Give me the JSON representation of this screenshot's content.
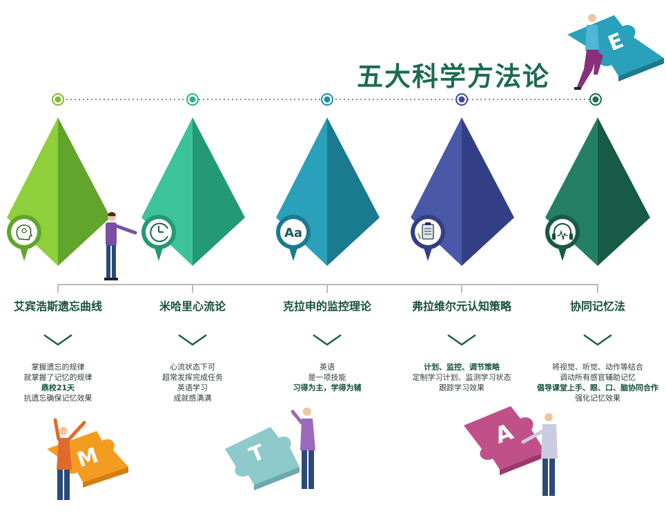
{
  "title": "五大科学方法论",
  "columns": [
    {
      "title": "艾宾浩斯遗忘曲线",
      "color": "#7dbb2e",
      "icon": "brain-icon",
      "lines": [
        {
          "text": "掌握遗忘的规律",
          "bold": false
        },
        {
          "text": "就掌握了记忆的规律",
          "bold": false
        },
        {
          "text": "鼎校21天",
          "bold": true
        },
        {
          "text": "抗遗忘确保记忆效果",
          "bold": false
        }
      ]
    },
    {
      "title": "米哈里心流论",
      "color": "#2fb088",
      "icon": "clock-icon",
      "lines": [
        {
          "text": "心流状态下可",
          "bold": false
        },
        {
          "text": "超常发挥完成任务",
          "bold": false
        },
        {
          "text": "英语学习",
          "bold": false
        },
        {
          "text": "成就感满满",
          "bold": false
        }
      ]
    },
    {
      "title": "克拉申的监控理论",
      "color": "#1f8ea6",
      "icon": "Aa",
      "lines": [
        {
          "text": "英语",
          "bold": false
        },
        {
          "text": "是一项技能",
          "bold": false
        },
        {
          "text": "习得为主，学得为辅",
          "bold": true
        }
      ]
    },
    {
      "title": "弗拉维尔元认知策略",
      "color": "#3b4796",
      "icon": "clipboard-icon",
      "lines": [
        {
          "text": "计划、监控、调节策略",
          "bold": true
        },
        {
          "text": "定制学习计划、监测学习状态",
          "bold": false
        },
        {
          "text": "跟踪学习效果",
          "bold": false
        }
      ]
    },
    {
      "title": "协同记忆法",
      "color": "#1b6b55",
      "icon": "headphones-icon",
      "lines": [
        {
          "text": "将视觉、听觉、动作等结合",
          "bold": false
        },
        {
          "text": "调动所有感官辅助记忆",
          "bold": false
        },
        {
          "text": "倡导课堂上手、眼、口、脑协同合作",
          "bold": true
        },
        {
          "text": "强化记忆效果",
          "bold": false
        }
      ]
    }
  ],
  "puzzle_letters": [
    "M",
    "T",
    "A",
    "E"
  ]
}
